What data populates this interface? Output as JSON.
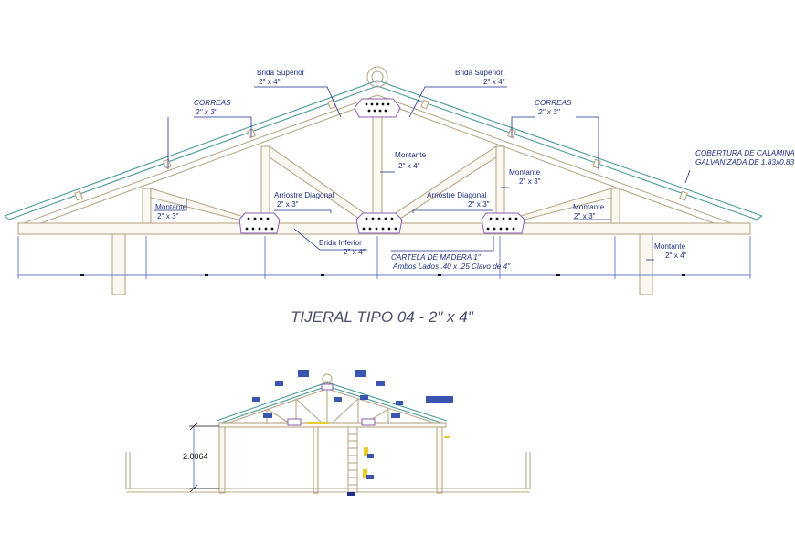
{
  "main_truss": {
    "title": "TIJERAL TIPO 04 - 2\" x 4\"",
    "labels": {
      "brida_superior_left": {
        "name": "Brida Superior",
        "size": "2\" x 4\""
      },
      "brida_superior_right": {
        "name": "Brida Superior",
        "size": "2\" x 4\""
      },
      "correas_left": {
        "name": "CORREAS",
        "size": "2\" x 3\""
      },
      "correas_right": {
        "name": "CORREAS",
        "size": "2\" x 3\""
      },
      "montante_center": {
        "name": "Montante",
        "size": "2\" x 4\""
      },
      "montante_left": {
        "name": "Montante",
        "size": "2\" x 3\""
      },
      "montante_right_inner": {
        "name": "Montante",
        "size": "2\" x 3\""
      },
      "montante_right_outer": {
        "name": "Montante",
        "size": "2\" x 3\""
      },
      "montante_post": {
        "name": "Montante",
        "size": "2\" x 4\""
      },
      "arriostre_left": {
        "name": "Arriostre Diagonal",
        "size": "2\" x 3\""
      },
      "arriostre_right": {
        "name": "Arriostre Diagonal",
        "size": "2\" x 3\""
      },
      "brida_inferior": {
        "name": "Brida Inferior",
        "size": "2\" x 4\""
      },
      "cartela": {
        "name": "CARTELA DE MADERA 1\"",
        "detail": "Ambos Lados .40 x .25 Clavo de 4\""
      },
      "cobertura": {
        "line1": "COBERTURA DE CALAMINA",
        "line2": "GALVANIZADA DE 1.83x0.83"
      }
    }
  },
  "section": {
    "height_dimension": "2.0064"
  },
  "colors": {
    "wood": "#b8a88a",
    "label": "#1f2f86",
    "roofing": "#4c9b9a",
    "gusset": "#8a5fb0",
    "dimension": "#3b4fb8",
    "tag_fill": "#3a55b0"
  }
}
